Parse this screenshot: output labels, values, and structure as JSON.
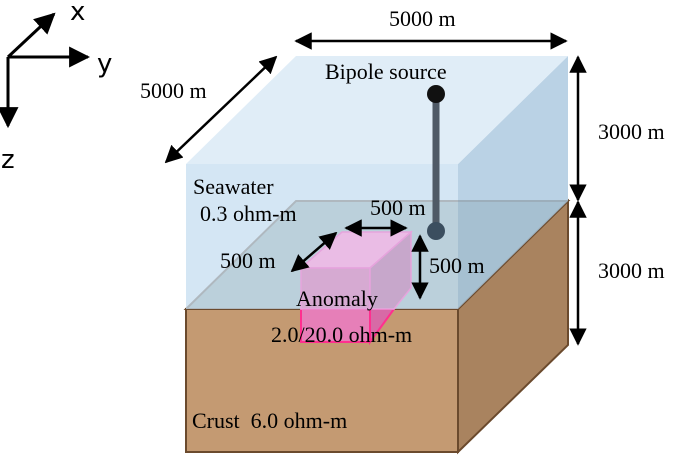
{
  "axes": {
    "x": "x",
    "y": "y",
    "z": "z"
  },
  "dimensions": {
    "top_width": "5000 m",
    "top_depth": "5000 m",
    "water_height": "3000 m",
    "crust_height": "3000 m"
  },
  "source": {
    "label": "Bipole source"
  },
  "seawater": {
    "label": "Seawater",
    "resistivity": "0.3 ohm-m"
  },
  "anomaly": {
    "label": "Anomaly",
    "resistivity": "2.0/20.0 ohm-m",
    "width": "500 m",
    "depth": "500 m",
    "height": "500 m"
  },
  "crust": {
    "label": "Crust  6.0 ohm-m"
  },
  "colors": {
    "seawater": "#c9dff0",
    "crust": "#c59a73",
    "anomaly": "#e890d0",
    "anomaly_edge": "#ff2f8f"
  }
}
